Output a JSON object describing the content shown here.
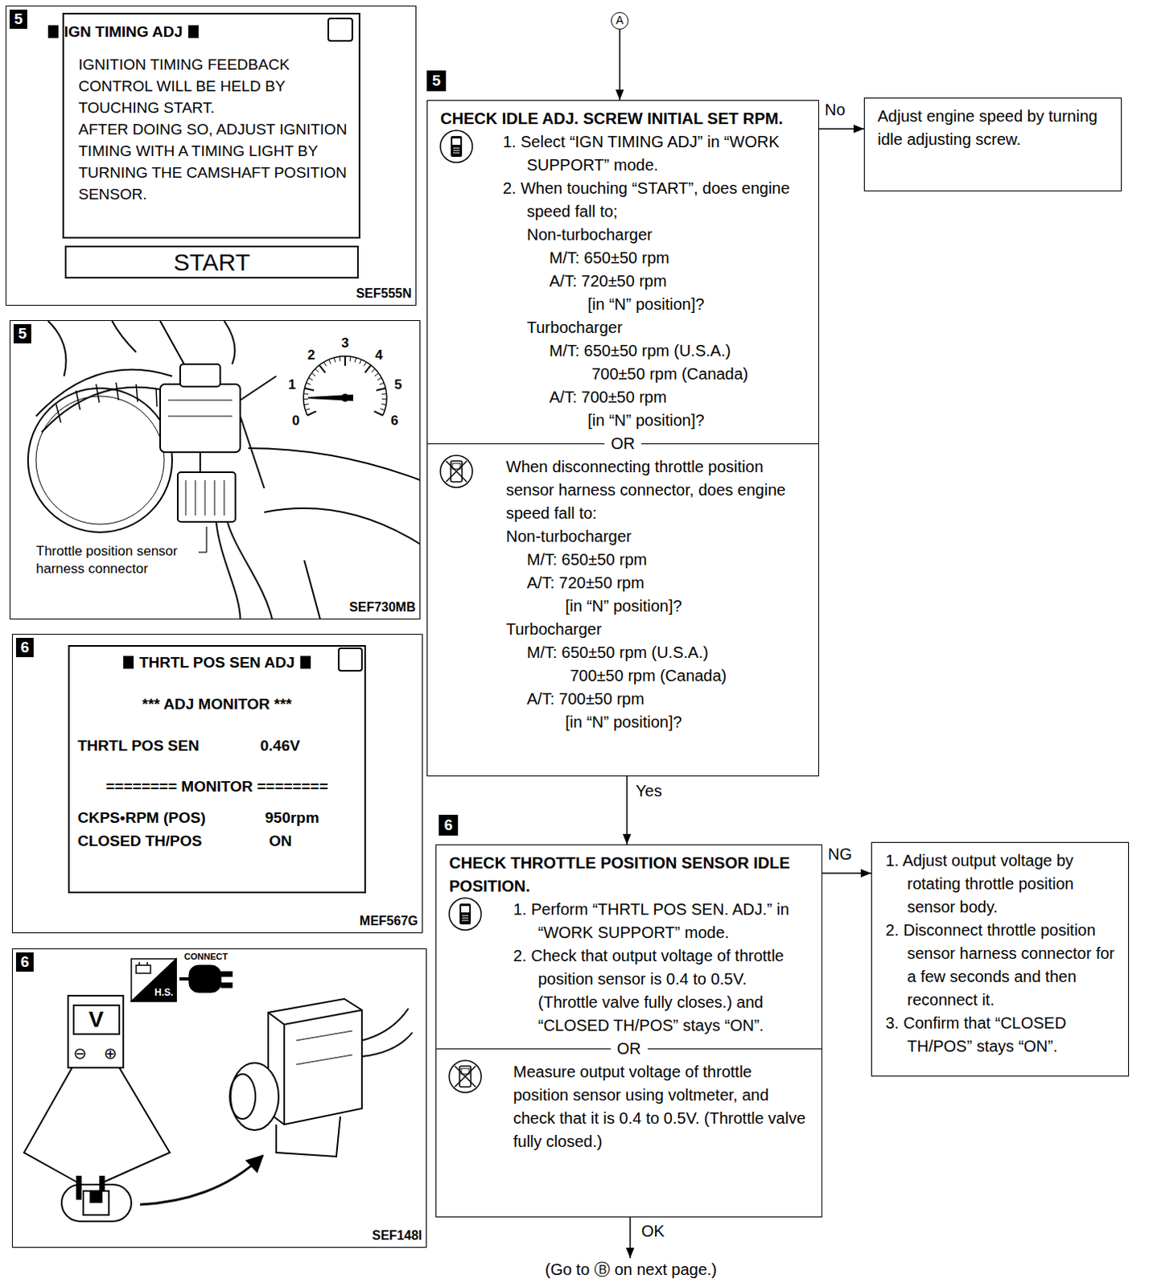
{
  "diagram": {
    "nodes": [
      {
        "text": [
          "5",
          "SEF555N"
        ]
      },
      {
        "text": [
          "IGN TIMING ADJ",
          "IGNITION TIMING FEEDBACK CONTROL WILL BE HELD BY TOUCHING START.",
          "AFTER DOING SO, ADJUST IGNITION TIMING WITH A TIMING LIGHT BY TURNING THE CAMSHAFT POSITION SENSOR."
        ],
        "in": 0
      },
      {
        "text": [
          "START"
        ],
        "in": 0
      },
      {
        "text": [
          "5",
          "SEF730MB"
        ]
      },
      {
        "text": [
          "6",
          "MEF567G"
        ]
      },
      {
        "text": [
          "THRTL POS SEN ADJ",
          "*** ADJ MONITOR ***",
          "THRTL POS SEN",
          "0.46V",
          "======== MONITOR ========",
          "CKPS•RPM (POS)",
          "950rpm",
          "CLOSED TH/POS",
          "ON"
        ],
        "in": 4
      },
      {
        "text": [
          "6",
          "SEF148I"
        ]
      },
      {
        "text": [
          "A"
        ]
      },
      {
        "text": [
          "CHECK IDLE ADJ. SCREW INITIAL SET RPM.",
          "1. Select “IGN TIMING ADJ” in “WORK SUPPORT” mode.",
          "2. When touching “START”, does engine speed fall to;",
          "Non-turbocharger",
          "M/T: 650±50 rpm",
          "A/T: 720±50 rpm",
          "[in “N” position]?",
          "Turbocharger",
          "M/T: 650±50 rpm (U.S.A.)",
          "700±50 rpm (Canada)",
          "A/T: 700±50 rpm",
          "[in “N” position]?",
          "OR",
          "When disconnecting throttle position sensor harness connector, does engine speed fall to:",
          "Non-turbocharger",
          "M/T: 650±50 rpm",
          "A/T: 720±50 rpm",
          "[in “N” position]?",
          "Turbocharger",
          "M/T: 650±50 rpm (U.S.A.)",
          "700±50 rpm (Canada)",
          "A/T: 700±50 rpm",
          "[in “N” position]?"
        ]
      },
      {
        "text": [
          "Adjust engine speed by turning idle adjusting screw."
        ]
      },
      {
        "text": [
          "CHECK THROTTLE POSITION SENSOR IDLE POSITION.",
          "1. Perform “THRTL POS SEN. ADJ.” in “WORK SUPPORT” mode.",
          "2. Check that output voltage of throttle position sensor is 0.4 to 0.5V. (Throttle valve fully closes.) and “CLOSED TH/POS” stays “ON”.",
          "OR",
          "Measure output voltage of throttle position sensor using voltmeter, and check that it is 0.4 to 0.5V. (Throttle valve fully closed.)"
        ]
      },
      {
        "text": [
          "1. Adjust output voltage by rotating throttle position sensor body.",
          "2. Disconnect throttle position sensor harness connector for a few seconds and then reconnect it.",
          "3. Confirm that “CLOSED TH/POS” stays “ON”."
        ]
      },
      {
        "text": [
          "(Go to Ⓑ on next page.)"
        ]
      }
    ],
    "edges": [
      {
        "from": 7,
        "to": 8,
        "arrow": "to"
      },
      {
        "from": 8,
        "to": 9,
        "label": "No",
        "arrow": "to"
      },
      {
        "from": 8,
        "to": 10,
        "label": "Yes",
        "arrow": "to"
      },
      {
        "from": 10,
        "to": 11,
        "label": "NG",
        "arrow": "to"
      },
      {
        "from": 10,
        "to": 12,
        "label": "OK",
        "arrow": "to"
      }
    ],
    "labels": [
      "0",
      "1",
      "2",
      "3",
      "4",
      "5",
      "6",
      "Throttle position sensor harness connector",
      "CONNECT",
      "H.S.",
      "V",
      "⊖",
      "⊕",
      "5",
      "6"
    ]
  }
}
